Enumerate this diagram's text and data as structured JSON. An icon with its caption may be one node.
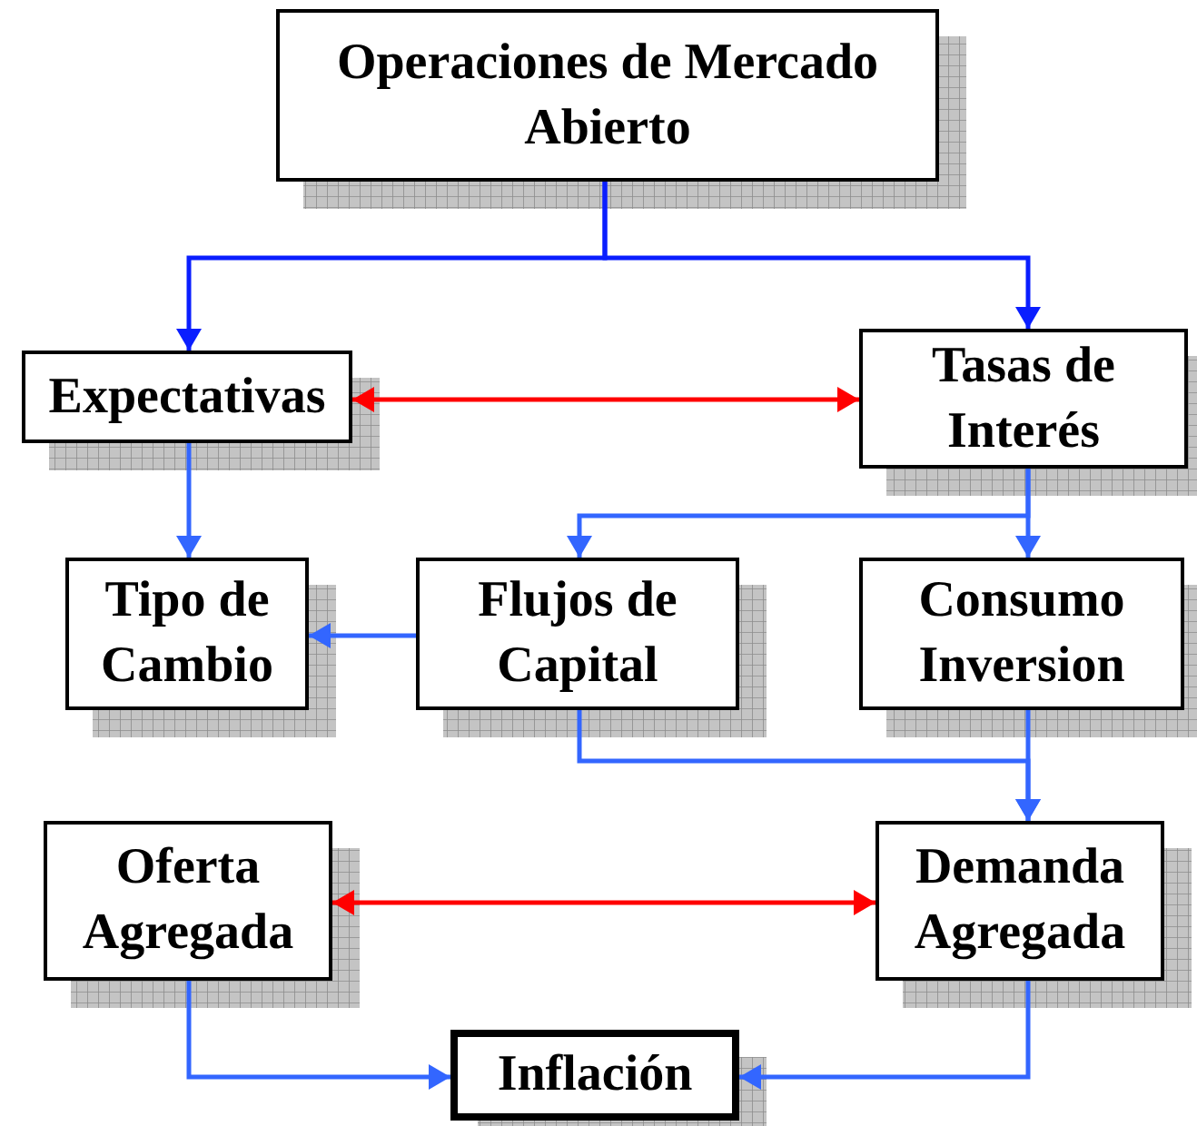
{
  "diagram": {
    "nodes": [
      {
        "text": [
          "Operaciones de Mercado Abierto"
        ]
      },
      {
        "text": [
          "Expectativas"
        ]
      },
      {
        "text": [
          "Tasas de Interés"
        ]
      },
      {
        "text": [
          "Tipo de Cambio"
        ]
      },
      {
        "text": [
          "Flujos de Capital"
        ]
      },
      {
        "text": [
          "Consumo Inversion"
        ]
      },
      {
        "text": [
          "Oferta Agregada"
        ]
      },
      {
        "text": [
          "Demanda Agregada"
        ]
      },
      {
        "text": [
          "Inflación"
        ]
      }
    ],
    "edges": [
      {
        "from": 0,
        "to": 1,
        "arrow": "to",
        "color": "#0a1eff"
      },
      {
        "from": 0,
        "to": 2,
        "arrow": "to",
        "color": "#0a1eff"
      },
      {
        "from": 1,
        "to": 2,
        "arrow": "both",
        "color": "#ff0000"
      },
      {
        "from": 1,
        "to": 3,
        "arrow": "to"
      },
      {
        "from": 2,
        "to": 4,
        "arrow": "to"
      },
      {
        "from": 2,
        "to": 5,
        "arrow": "to"
      },
      {
        "from": 4,
        "to": 3,
        "arrow": "to"
      },
      {
        "from": 4,
        "to": 7,
        "arrow": "to"
      },
      {
        "from": 5,
        "to": 7,
        "arrow": "to"
      },
      {
        "from": 6,
        "to": 7,
        "arrow": "both",
        "color": "#ff0000"
      },
      {
        "from": 6,
        "to": 8,
        "arrow": "to"
      },
      {
        "from": 7,
        "to": 8,
        "arrow": "to"
      }
    ]
  }
}
